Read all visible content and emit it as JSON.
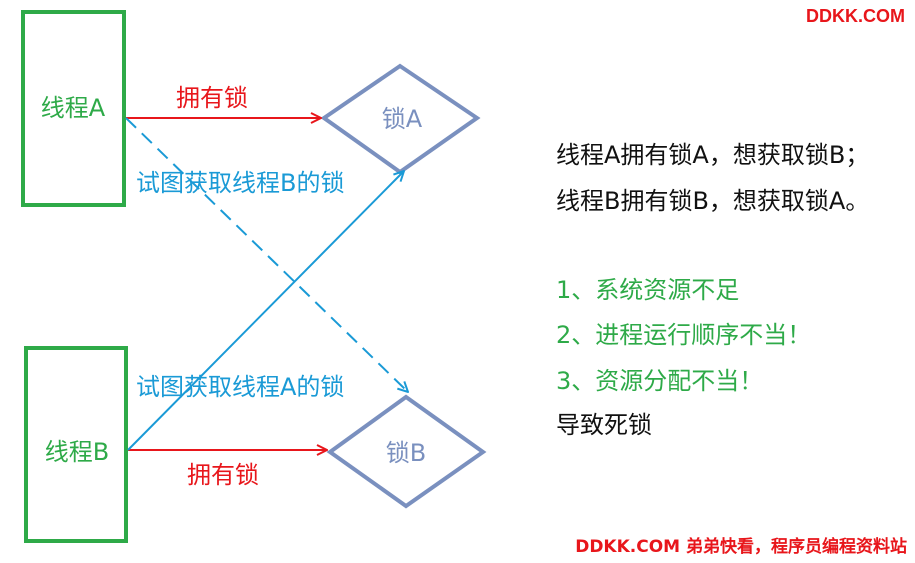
{
  "brand": {
    "top": "DDKK.COM",
    "bottom": "DDKK.COM 弟弟快看，程序员编程资料站",
    "color": "#e8161b"
  },
  "threads": {
    "a": "线程A",
    "b": "线程B",
    "color": "#2eaa48"
  },
  "locks": {
    "a": "锁A",
    "b": "锁B",
    "color": "#7a90bf"
  },
  "edges": {
    "hold_a": "拥有锁",
    "hold_b": "拥有锁",
    "hold_color": "#e8161b",
    "try_b": "试图获取线程B的锁",
    "try_a": "试图获取线程A的锁",
    "try_color": "#1a9ad6"
  },
  "description": {
    "line1": "线程A拥有锁A，想获取锁B；",
    "line2": "线程B拥有锁B，想获取锁A。"
  },
  "reasons": {
    "items": [
      "1、系统资源不足",
      "2、进程运行顺序不当！",
      "3、资源分配不当！"
    ],
    "color": "#2eaa48",
    "conclusion": "导致死锁"
  }
}
